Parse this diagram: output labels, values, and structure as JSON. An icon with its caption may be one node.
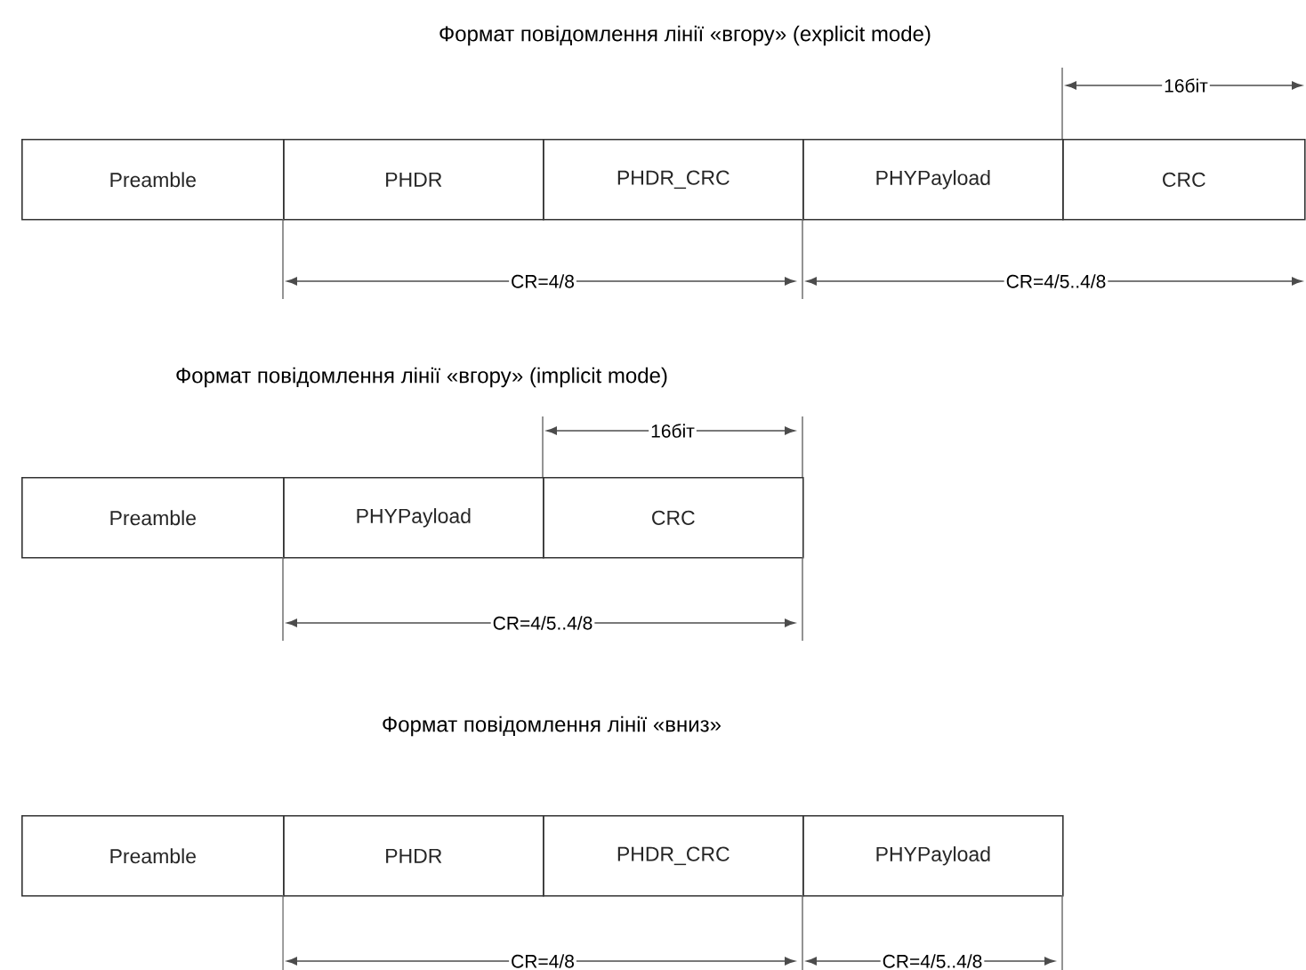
{
  "diagram": {
    "nodes": [
      {
        "text": [
          "Preamble"
        ]
      },
      {
        "text": [
          "PHDR"
        ]
      },
      {
        "text": [
          "PHDR_CRC"
        ]
      },
      {
        "text": [
          "PHYPayload"
        ]
      },
      {
        "text": [
          "CRC"
        ]
      },
      {
        "text": [
          "Preamble"
        ]
      },
      {
        "text": [
          "PHYPayload"
        ]
      },
      {
        "text": [
          "CRC"
        ]
      },
      {
        "text": [
          "Preamble"
        ]
      },
      {
        "text": [
          "PHDR"
        ]
      },
      {
        "text": [
          "PHDR_CRC"
        ]
      },
      {
        "text": [
          "PHYPayload"
        ]
      }
    ],
    "labels": [
      "Формат повідомлення лінії «вгору» (explicit mode)",
      "16біт",
      "CR=4/8",
      "CR=4/5..4/8",
      "Формат повідомлення лінії «вгору» (implicit mode)",
      "16біт",
      "CR=4/5..4/8",
      "Формат повідомлення лінії «вниз»",
      "CR=4/8",
      "CR=4/5..4/8"
    ]
  }
}
